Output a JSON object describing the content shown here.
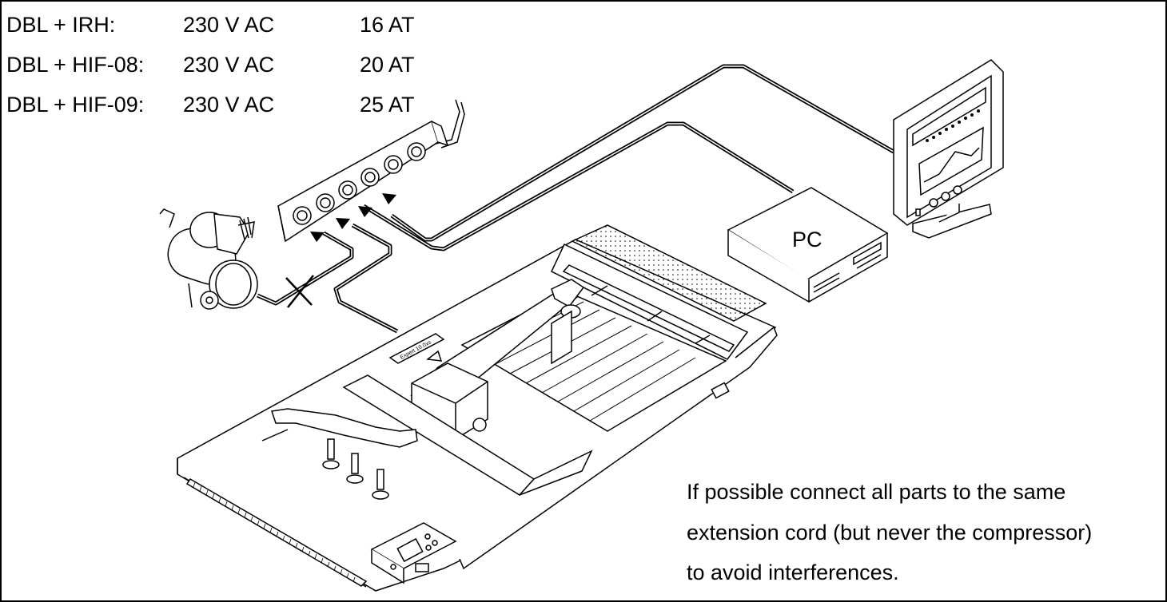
{
  "specs": [
    {
      "device": "DBL + IRH:",
      "voltage": "230 V AC",
      "fuse": "16 AT"
    },
    {
      "device": "DBL + HIF-08:",
      "voltage": "230 V AC",
      "fuse": "20 AT"
    },
    {
      "device": "DBL + HIF-09:",
      "voltage": "230 V AC",
      "fuse": "25 AT"
    }
  ],
  "pc_label": "PC",
  "machine_plate": "Expert 10.0xs",
  "note_lines": [
    "If possible connect all parts to the same",
    "extension cord (but never the compressor)",
    "to avoid interferences."
  ],
  "icons": {
    "compressor": "air-compressor-icon",
    "power_strip": "extension-cord-icon",
    "monitor": "monitor-icon",
    "pc": "pc-tower-icon",
    "station": "rework-station-icon",
    "forbidden": "cross-mark-icon"
  }
}
